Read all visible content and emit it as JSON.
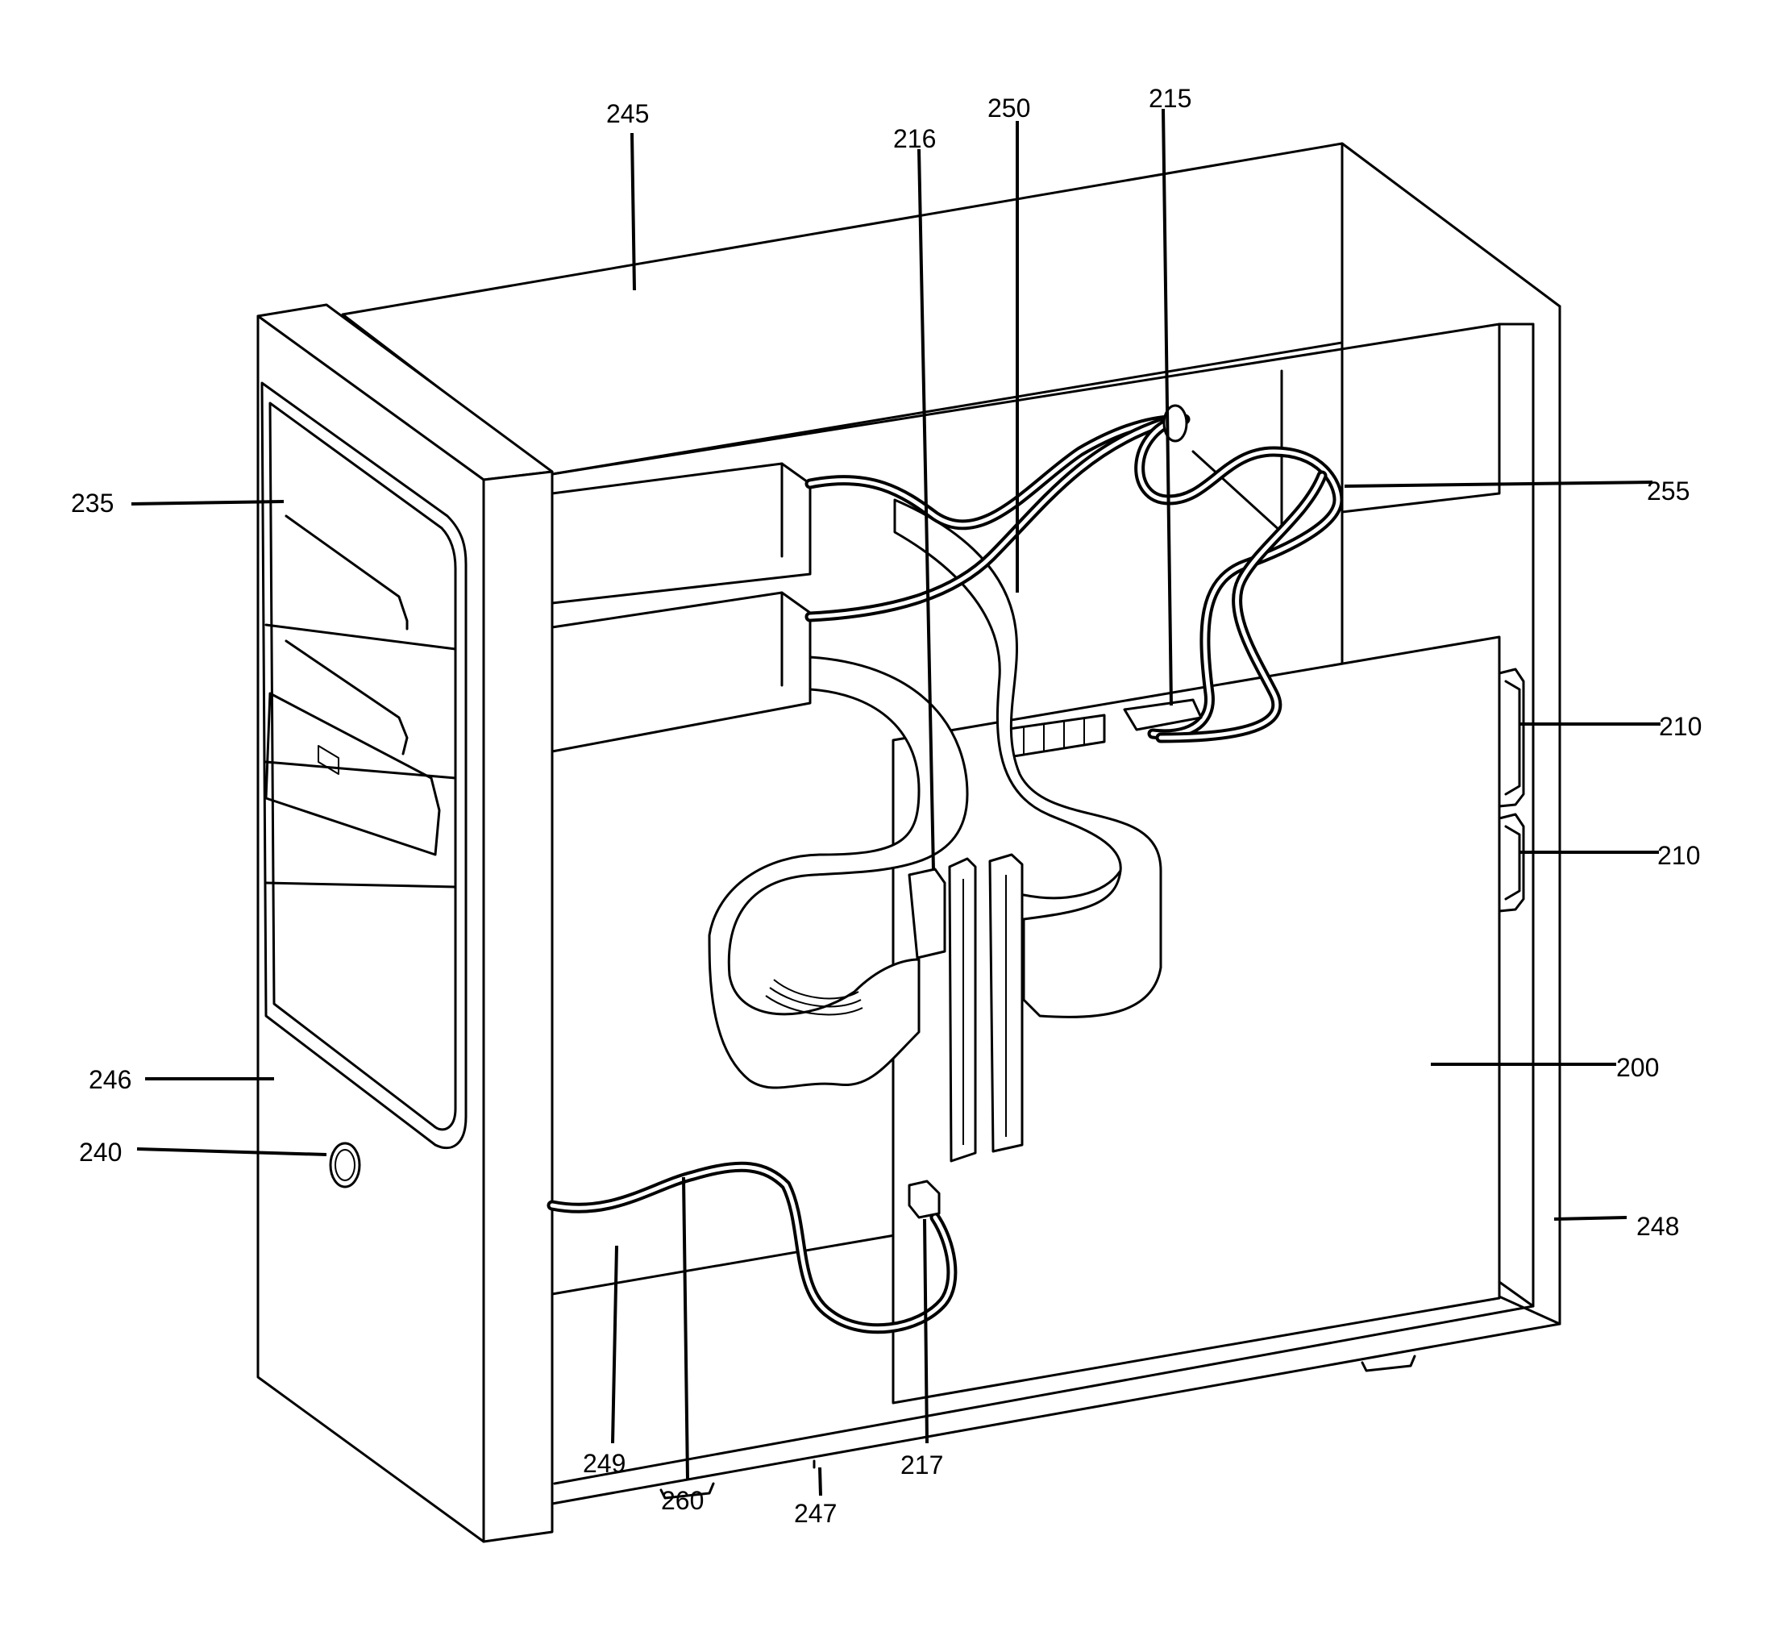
{
  "labels": {
    "l200": "200",
    "l210a": "210",
    "l210b": "210",
    "l215": "215",
    "l216": "216",
    "l217": "217",
    "l235": "235",
    "l240": "240",
    "l245": "245",
    "l246": "246",
    "l247": "247",
    "l248": "248",
    "l249": "249",
    "l250": "250",
    "l255": "255",
    "l260": "260"
  }
}
